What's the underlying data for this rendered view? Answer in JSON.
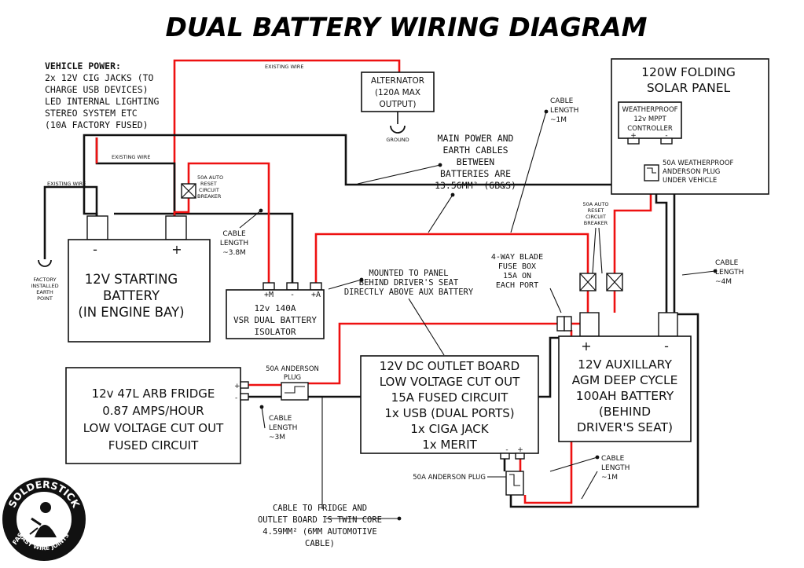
{
  "title": "DUAL BATTERY WIRING DIAGRAM",
  "vehicle_power": [
    "VEHICLE POWER:",
    "2x 12V CIG JACKS (TO",
    "CHARGE USB DEVICES)",
    "LED INTERNAL LIGHTING",
    "STEREO SYSTEM ETC",
    "(10A FACTORY FUSED)"
  ],
  "existing_wire": "EXISTING WIRE",
  "alternator": [
    "ALTERNATOR",
    "(120A MAX",
    "OUTPUT)"
  ],
  "ground": "GROUND",
  "factory_earth": [
    "FACTORY",
    "INSTALLED",
    "EARTH",
    "POINT"
  ],
  "start_battery": {
    "lines": [
      "12V STARTING",
      "BATTERY",
      "(IN ENGINE BAY)"
    ],
    "neg": "-",
    "pos": "+"
  },
  "breaker_start": [
    "50A AUTO",
    "RESET",
    "CIRCUIT",
    "BREAKER"
  ],
  "breaker_aux": [
    "50A AUTO",
    "RESET",
    "CIRCUIT",
    "BREAKER"
  ],
  "main_cables": [
    "MAIN POWER AND",
    "EARTH CABLES",
    "BETWEEN",
    "BATTERIES ARE",
    "13.56MM² (6B&S)"
  ],
  "cable_38": [
    "CABLE",
    "LENGTH",
    "~3.8M"
  ],
  "cable_1m_top": [
    "CABLE",
    "LENGTH",
    "~1M"
  ],
  "cable_4m": [
    "CABLE",
    "LENGTH",
    "~4M"
  ],
  "cable_3m": [
    "CABLE",
    "LENGTH",
    "~3M"
  ],
  "cable_1m_bottom": [
    "CABLE",
    "LENGTH",
    "~1M"
  ],
  "vsr": {
    "lines": [
      "12v 140A",
      "VSR DUAL BATTERY",
      "ISOLATOR"
    ],
    "terminals": [
      "+M",
      "-",
      "+A"
    ]
  },
  "mounted": [
    "MOUNTED TO PANEL",
    "BEHIND DRIVER'S SEAT",
    "DIRECTLY ABOVE AUX BATTERY"
  ],
  "fuse_box": [
    "4-WAY BLADE",
    "FUSE BOX",
    "15A ON",
    "EACH PORT"
  ],
  "solar": {
    "title": [
      "120W FOLDING",
      "SOLAR PANEL"
    ],
    "controller": [
      "WEATHERPROOF",
      "12v MPPT",
      "CONTROLLER"
    ],
    "plus": "+",
    "minus": "-",
    "plug": [
      "50A WEATHERPROOF",
      "ANDERSON PLUG",
      "UNDER VEHICLE"
    ]
  },
  "aux_battery": {
    "lines": [
      "12V AUXILLARY",
      "AGM DEEP CYCLE",
      "100AH BATTERY",
      "(BEHIND",
      "DRIVER'S SEAT)"
    ],
    "pos": "+",
    "neg": "-"
  },
  "fridge": {
    "lines": [
      "12v 47L ARB FRIDGE",
      "0.87 AMPS/HOUR",
      "LOW VOLTAGE CUT OUT",
      "FUSED CIRCUIT"
    ],
    "plus": "+",
    "minus": "-"
  },
  "anderson_fridge": [
    "50A ANDERSON",
    "PLUG"
  ],
  "outlet_board": {
    "lines": [
      "12V DC OUTLET BOARD",
      "LOW VOLTAGE CUT OUT",
      "15A FUSED CIRCUIT",
      "1x USB (DUAL PORTS)",
      "1x CIGA JACK",
      "1x MERIT"
    ],
    "minus": "-",
    "plus": "+"
  },
  "anderson_outlet": "50A ANDERSON PLUG",
  "twin_core": [
    "CABLE TO FRIDGE AND",
    "OUTLET BOARD IS TWIN CORE",
    "4.59MM² (6MM AUTOMOTIVE",
    "CABLE)"
  ],
  "logo": {
    "top": "SOLDERSTICK",
    "left": "FAST",
    "bottom": "EASY WIRE JOINTS"
  },
  "colors": {
    "positive": "#e11111",
    "negative": "#111111"
  }
}
